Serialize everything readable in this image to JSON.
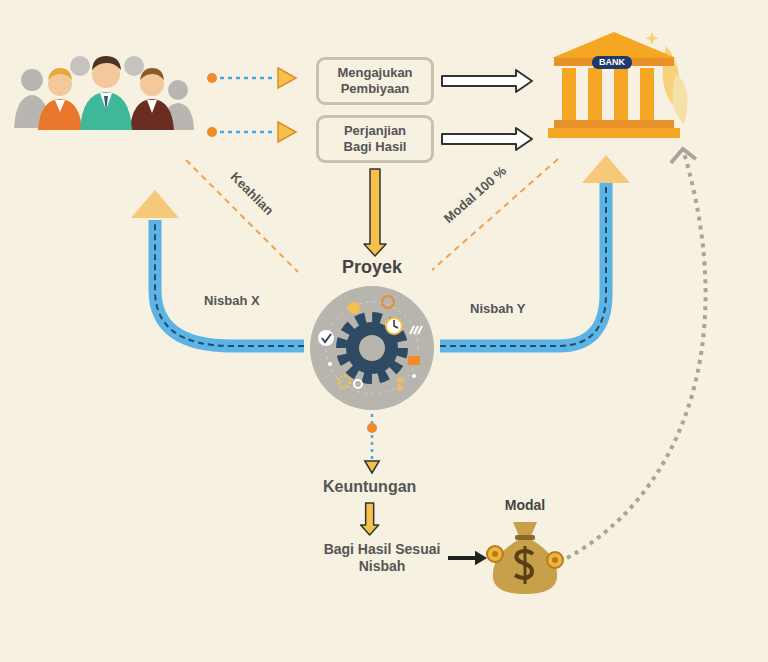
{
  "diagram": {
    "nodes": [
      {
        "text": [
          "Mengajukan Pembiyaan"
        ]
      },
      {
        "text": [
          "Perjanjian Bagi Hasil"
        ]
      },
      {
        "text": [
          "BANK"
        ]
      },
      {
        "text": [
          "Proyek"
        ]
      },
      {
        "text": [
          "Keuntungan"
        ]
      },
      {
        "text": [
          "Bagi Hasil Sesuai Nisbah"
        ]
      },
      {
        "text": [
          "Modal"
        ]
      }
    ],
    "edges": [
      {
        "from": 0,
        "to": 2,
        "arrow": "to"
      },
      {
        "from": 1,
        "to": 2,
        "arrow": "to"
      },
      {
        "from": 1,
        "to": 3,
        "arrow": "to"
      },
      {
        "from": 2,
        "to": 3,
        "label": "Modal 100 %",
        "arrow": "none"
      },
      {
        "from": 3,
        "to": 2,
        "label": "Nisbah Y",
        "arrow": "to"
      },
      {
        "from": 3,
        "to": 4,
        "arrow": "to"
      },
      {
        "from": 4,
        "to": 5,
        "arrow": "to"
      },
      {
        "from": 5,
        "to": 6,
        "arrow": "to"
      },
      {
        "from": 6,
        "to": 2,
        "arrow": "to"
      }
    ],
    "labels": [
      "Keahlian",
      "Nisbah X"
    ]
  }
}
